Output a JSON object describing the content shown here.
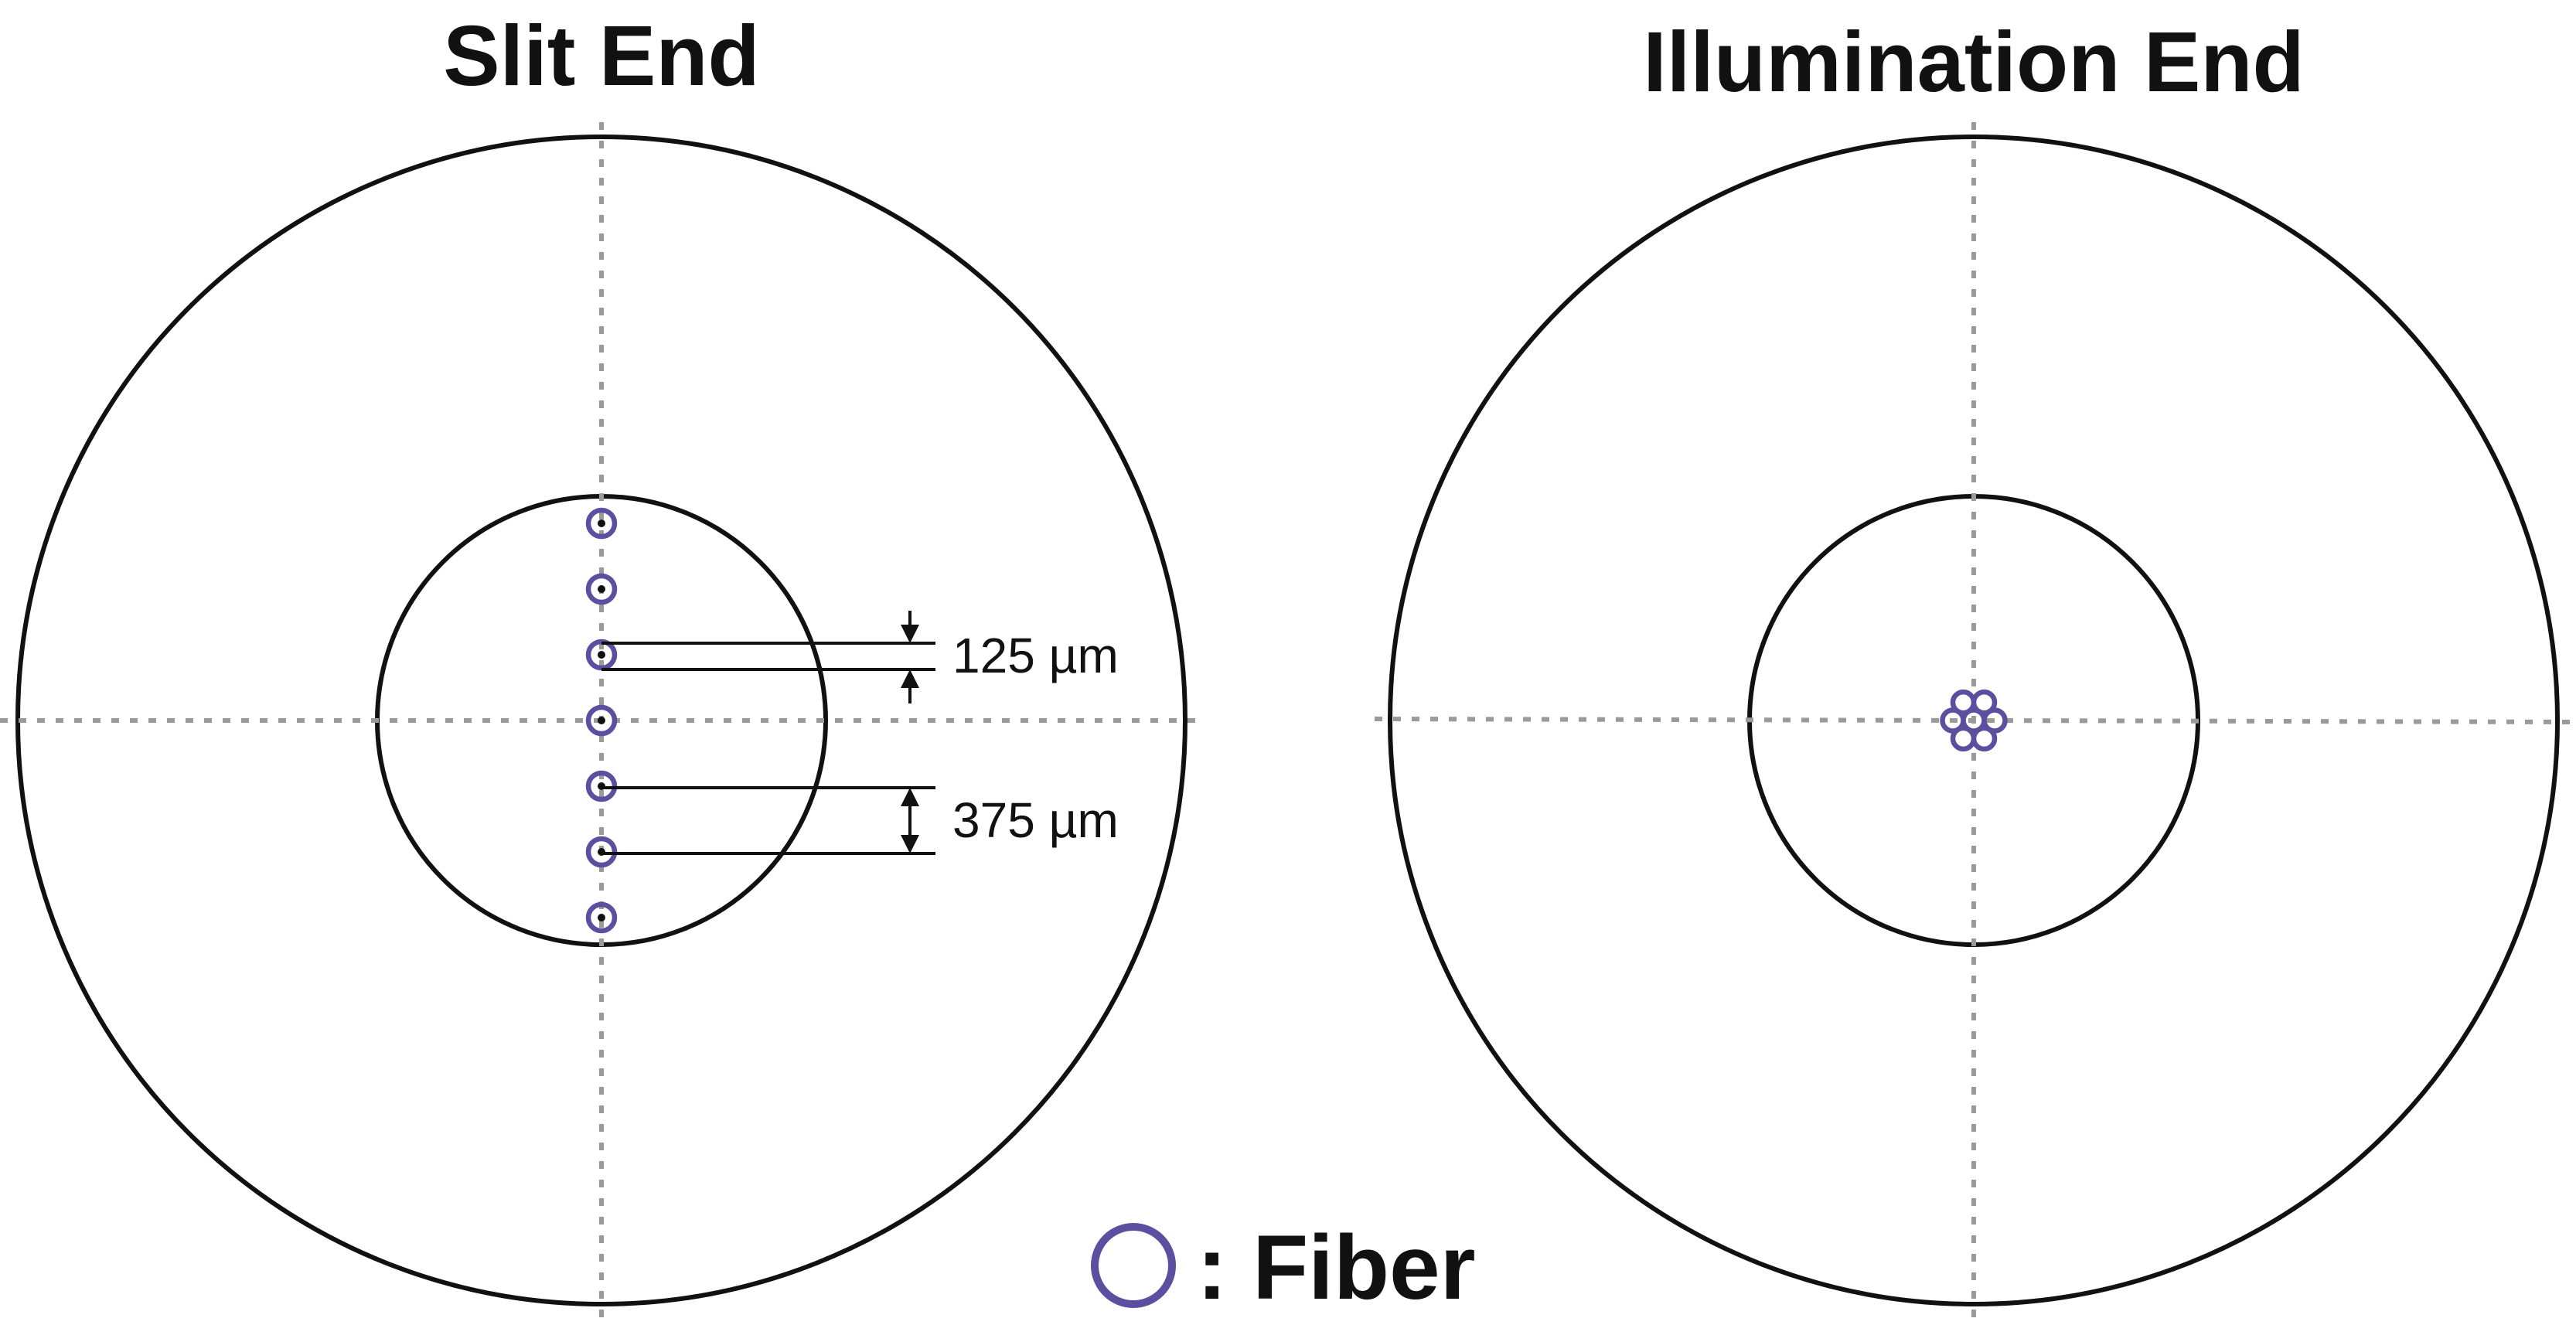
{
  "colors": {
    "fiber": "#5b4fa0",
    "outline": "#111111",
    "axis": "#9a9a9a",
    "background": "#ffffff"
  },
  "panels": {
    "slit": {
      "title": "Slit End",
      "fiber_count": 7
    },
    "illumination": {
      "title": "Illumination End",
      "fiber_count": 7
    }
  },
  "dimensions": {
    "fiber_diameter": "125 µm",
    "fiber_pitch": "375 µm"
  },
  "legend": {
    "icon": "fiber-ring-icon",
    "label": ": Fiber"
  }
}
